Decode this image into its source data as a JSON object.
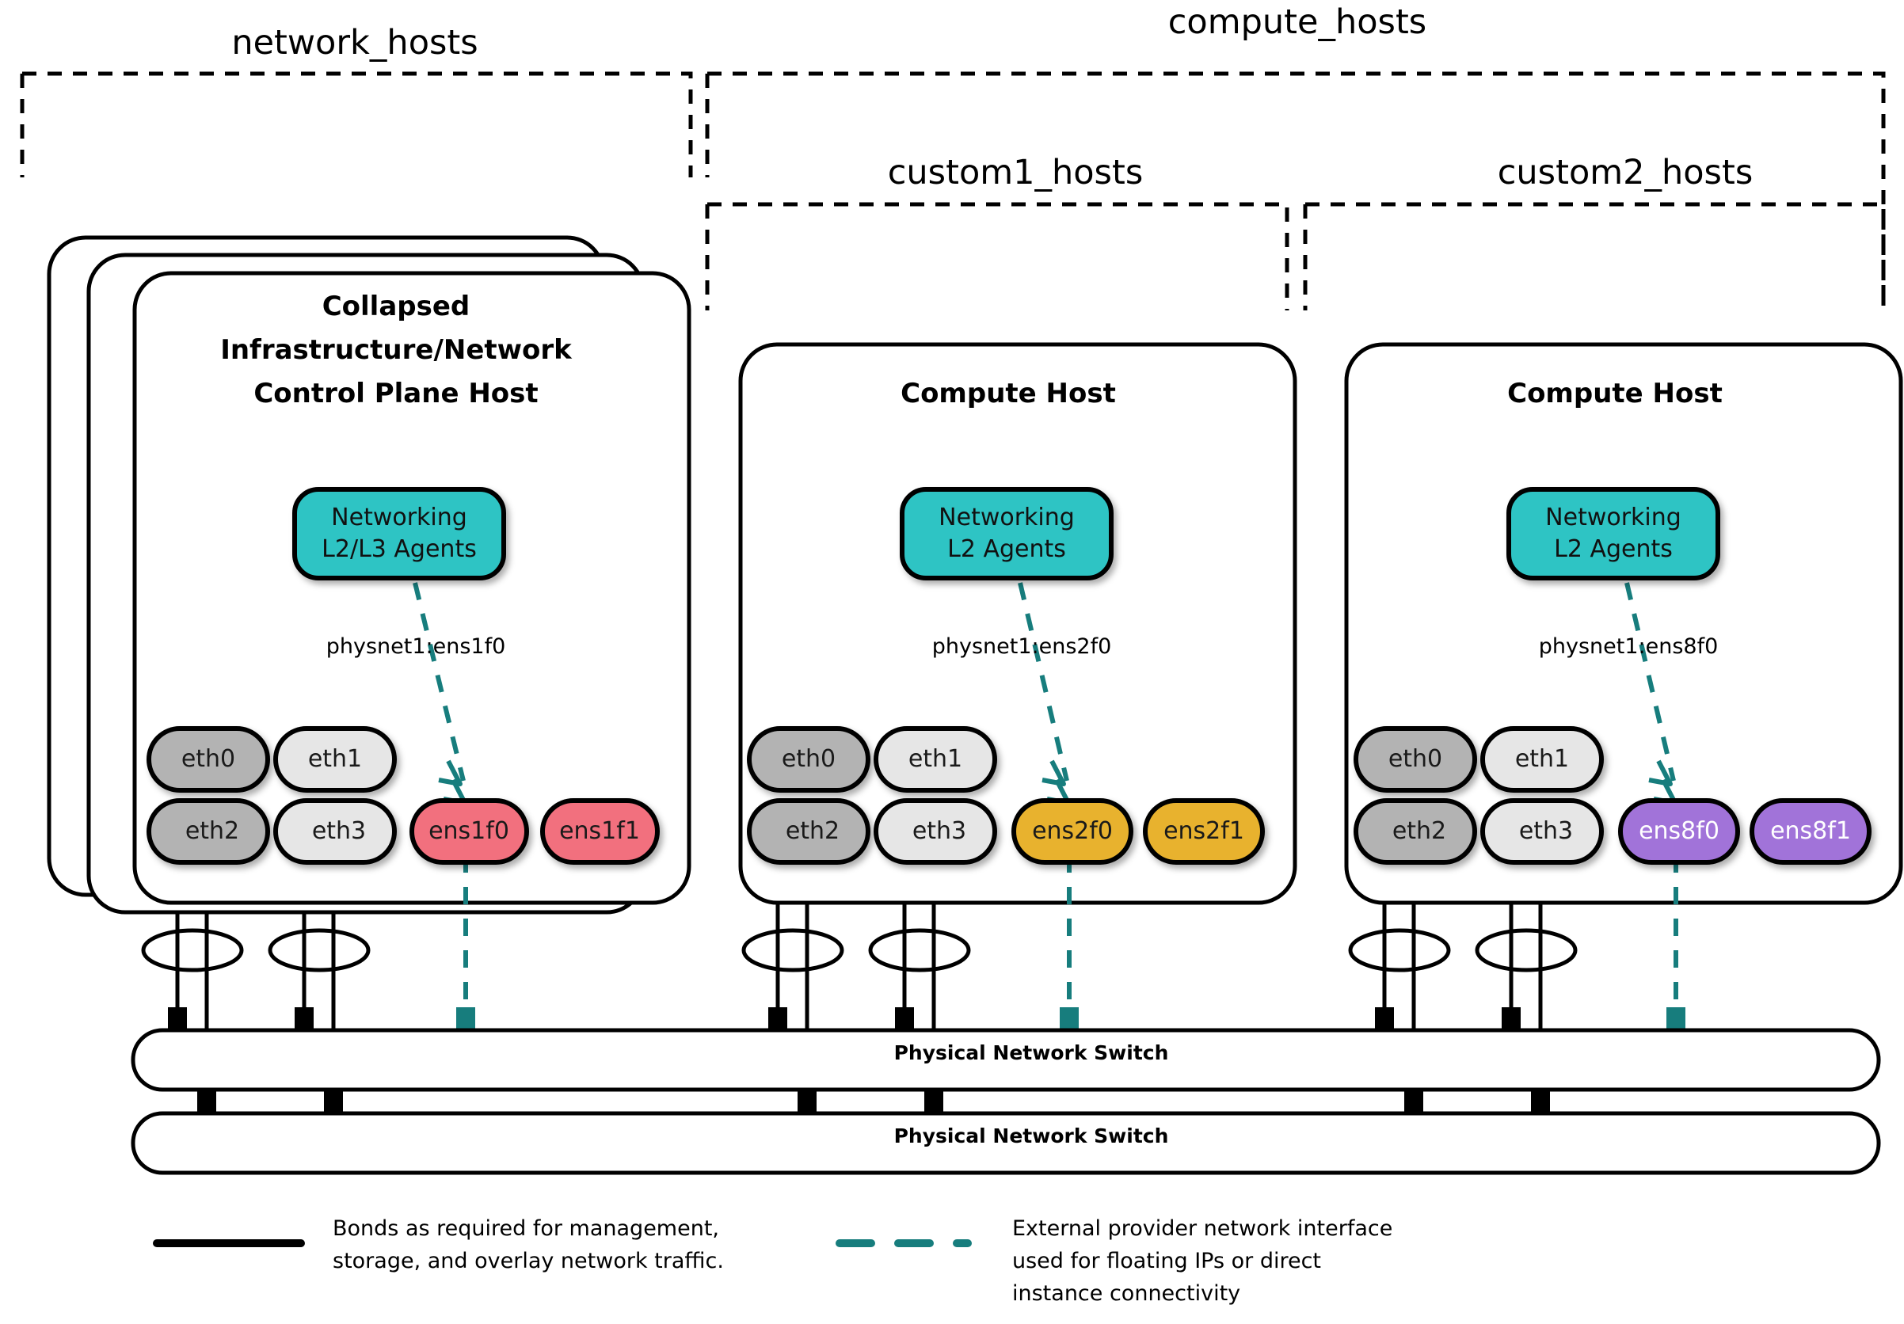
{
  "groups": [
    {
      "label": "network_hosts"
    },
    {
      "label": "compute_hosts"
    },
    {
      "label": "custom1_hosts"
    },
    {
      "label": "custom2_hosts"
    }
  ],
  "hosts": [
    {
      "title_lines": [
        "Collapsed",
        "Infrastructure/Network",
        "Control Plane Host"
      ],
      "agent_lines": [
        "Networking",
        "L2/L3 Agents"
      ],
      "physnet": "physnet1:ens1f0",
      "nics": [
        {
          "label": "eth0",
          "color": "#B3B3B3",
          "text": "dark"
        },
        {
          "label": "eth1",
          "color": "#E6E6E6",
          "text": "dark"
        },
        {
          "label": "eth2",
          "color": "#B3B3B3",
          "text": "dark"
        },
        {
          "label": "eth3",
          "color": "#E6E6E6",
          "text": "dark"
        },
        {
          "label": "ens1f0",
          "color": "#F2707E",
          "text": "dark"
        },
        {
          "label": "ens1f1",
          "color": "#F2707E",
          "text": "dark"
        }
      ]
    },
    {
      "title_lines": [
        "Compute Host"
      ],
      "agent_lines": [
        "Networking",
        "L2 Agents"
      ],
      "physnet": "physnet1:ens2f0",
      "nics": [
        {
          "label": "eth0",
          "color": "#B3B3B3",
          "text": "dark"
        },
        {
          "label": "eth1",
          "color": "#E6E6E6",
          "text": "dark"
        },
        {
          "label": "eth2",
          "color": "#B3B3B3",
          "text": "dark"
        },
        {
          "label": "eth3",
          "color": "#E6E6E6",
          "text": "dark"
        },
        {
          "label": "ens2f0",
          "color": "#E8B22E",
          "text": "dark"
        },
        {
          "label": "ens2f1",
          "color": "#E8B22E",
          "text": "dark"
        }
      ]
    },
    {
      "title_lines": [
        "Compute Host"
      ],
      "agent_lines": [
        "Networking",
        "L2 Agents"
      ],
      "physnet": "physnet1:ens8f0",
      "nics": [
        {
          "label": "eth0",
          "color": "#B3B3B3",
          "text": "dark"
        },
        {
          "label": "eth1",
          "color": "#E6E6E6",
          "text": "dark"
        },
        {
          "label": "eth2",
          "color": "#B3B3B3",
          "text": "dark"
        },
        {
          "label": "eth3",
          "color": "#E6E6E6",
          "text": "dark"
        },
        {
          "label": "ens8f0",
          "color": "#A173D9",
          "text": "light"
        },
        {
          "label": "ens8f1",
          "color": "#A173D9",
          "text": "light"
        }
      ]
    }
  ],
  "switches": [
    {
      "label": "Physical Network Switch"
    },
    {
      "label": "Physical Network Switch"
    }
  ],
  "legend": [
    {
      "style": "solid",
      "lines": [
        "Bonds as required for management,",
        "storage, and overlay network traffic."
      ]
    },
    {
      "style": "dashed",
      "lines": [
        "External provider network interface",
        "used for floating IPs or direct",
        "instance connectivity"
      ]
    }
  ],
  "colors": {
    "agent_fill": "#2EC4C4",
    "teal": "#177D7D",
    "pink": "#F2707E",
    "gold": "#E8B22E",
    "purple": "#A173D9",
    "gray_dark": "#B3B3B3",
    "gray_light": "#E6E6E6",
    "stroke": "#000000"
  }
}
